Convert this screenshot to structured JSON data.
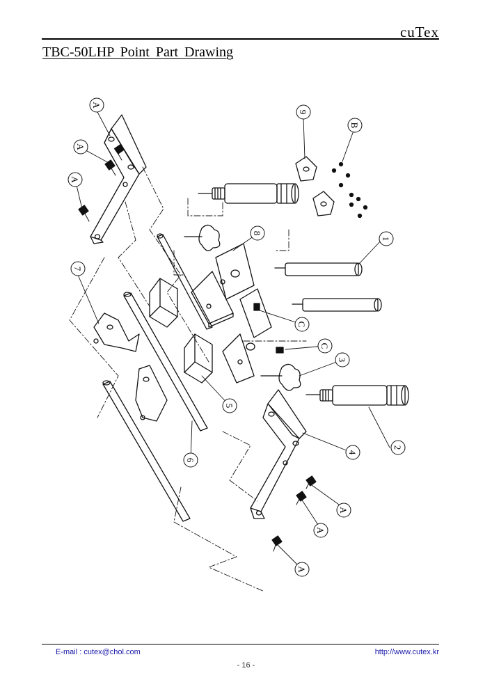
{
  "header": {
    "brand": "cuTex",
    "title": "TBC-50LHP  Point  Part  Drawing"
  },
  "callouts": {
    "a1": "A",
    "a2": "A",
    "a3": "A",
    "a4": "A",
    "a5": "A",
    "a6": "A",
    "b": "B",
    "c1": "C",
    "c2": "C",
    "p1": "1",
    "p2": "2",
    "p3": "3",
    "p4": "4",
    "p5": "5",
    "p6": "6",
    "p7": "7",
    "p8": "8",
    "p9": "9"
  },
  "footer": {
    "email": "E-mail : cutex@chol.com",
    "website": "http://www.cutex.kr",
    "page": "- 16 -"
  }
}
